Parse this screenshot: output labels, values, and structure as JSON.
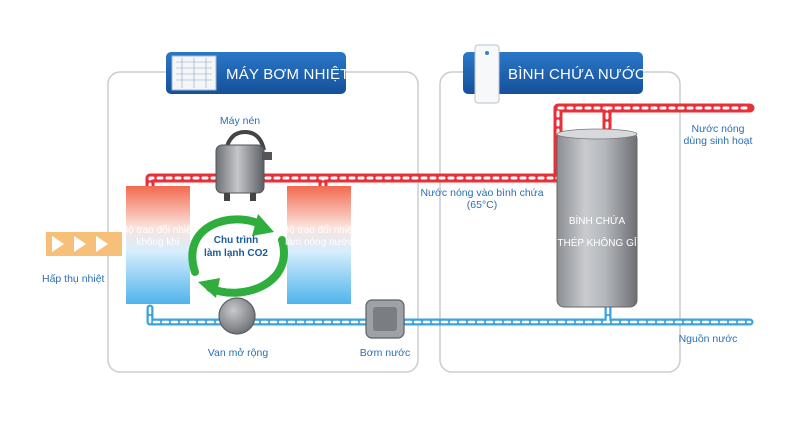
{
  "heat_pump": {
    "title": "MÁY BƠM NHIỆT",
    "compressor_label": "Máy nén",
    "evaporator_label_line1": "Bộ trao đổi nhiệt",
    "evaporator_label_line2": "không khí",
    "condenser_label_line1": "Bộ trao đổi nhiệt",
    "condenser_label_line2": "làm nóng nước",
    "cycle_label_line1": "Chu trình",
    "cycle_label_line2": "làm lạnh CO2",
    "expansion_valve_label": "Van mở rộng",
    "absorb_heat_label": "Hấp thụ nhiệt"
  },
  "water_tank": {
    "title": "BÌNH CHỨA NƯỚC",
    "tank_label_line1": "BÌNH CHỨA",
    "tank_label_line2": "THÉP KHÔNG GỈ"
  },
  "flows": {
    "hot_water_in_line1": "Nước nóng vào bình chứa",
    "hot_water_in_line2": "(65°C)",
    "hot_water_out_line1": "Nước nóng",
    "hot_water_out_line2": "dùng sinh hoạt",
    "water_pump_label": "Bơm nước",
    "water_source_label": "Nguồn nước"
  },
  "colors": {
    "hot_pipe": "#e8303a",
    "cold_pipe": "#3aa3e0",
    "title_bar": "#1b5fae",
    "label_blue": "#2a6fb5"
  }
}
